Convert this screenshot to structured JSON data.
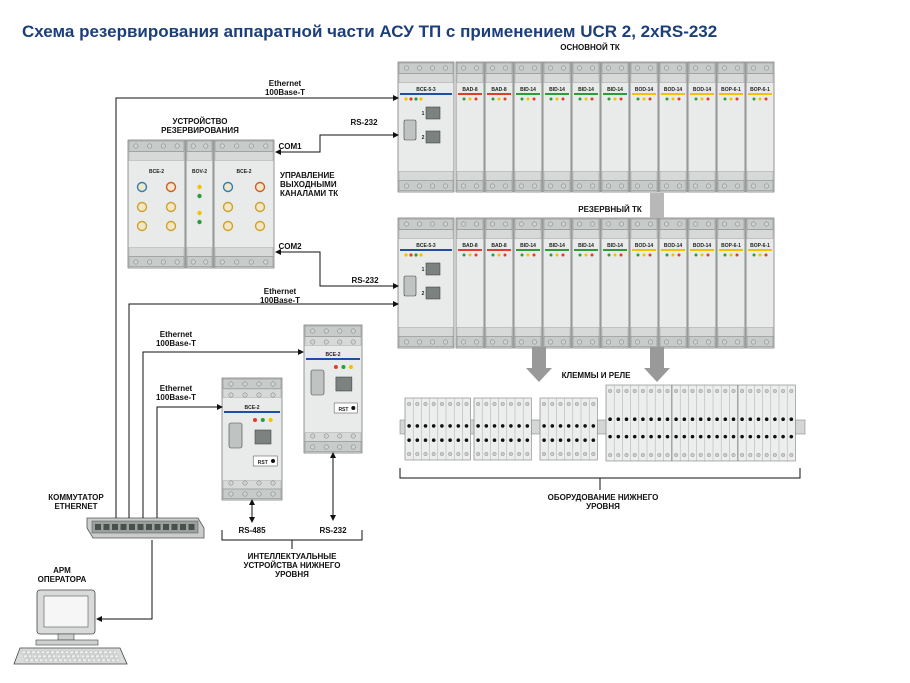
{
  "title": "Схема резервирования аппаратной части АСУ ТП с применением UCR 2, 2xRS-232",
  "labels": {
    "main_tk": "ОСНОВНОЙ ТК",
    "reserve_tk": "РЕЗЕРВНЫЙ ТК",
    "eth_top_1": "Ethernet",
    "eth_top_2": "100Base-T",
    "eth_mid_1": "Ethernet",
    "eth_mid_2": "100Base-T",
    "eth_a_1": "Ethernet",
    "eth_a_2": "100Base-T",
    "eth_b_1": "Ethernet",
    "eth_b_2": "100Base-T",
    "rs232_top": "RS-232",
    "rs232_mid": "RS-232",
    "rs232_bottom": "RS-232",
    "rs485": "RS-485",
    "com1": "COM1",
    "com2": "COM2",
    "device_1": "УСТРОЙСТВО",
    "device_2": "РЕЗЕРВИРОВАНИЯ",
    "control_1": "УПРАВЛЕНИЕ",
    "control_2": "ВЫХОДНЫМИ",
    "control_3": "КАНАЛАМИ ТК",
    "terminals": "КЛЕММЫ И РЕЛЕ",
    "lower_equip_1": "ОБОРУДОВАНИЕ НИЖНЕГО",
    "lower_equip_2": "УРОВНЯ",
    "switch_1": "КОММУТАТОР",
    "switch_2": "ETHERNET",
    "arm_1": "АРМ",
    "arm_2": "ОПЕРАТОРА",
    "smart_1": "ИНТЕЛЛЕКТУАЛЬНЫЕ",
    "smart_2": "УСТРОЙСТВА НИЖНЕГО",
    "smart_3": "УРОВНЯ"
  },
  "modules": {
    "cpu": "BCE-5-3",
    "io": [
      "BAD-8",
      "BAD-8",
      "BID-14",
      "BID-14",
      "BID-14",
      "BID-14",
      "BOD-14",
      "BOD-14",
      "BOD-14",
      "BOP-6-1",
      "BOP-6-1"
    ],
    "reserve_unit": [
      "BCE-2",
      "BOV-2",
      "BCE-2"
    ],
    "smart_device": "BCE-2",
    "rst": "RST",
    "port_1": "1",
    "port_2": "2"
  },
  "colors": {
    "title": "#1c3f7a",
    "module_body": "#e8ebe9",
    "arrow": "#999999",
    "line": "#111111"
  }
}
